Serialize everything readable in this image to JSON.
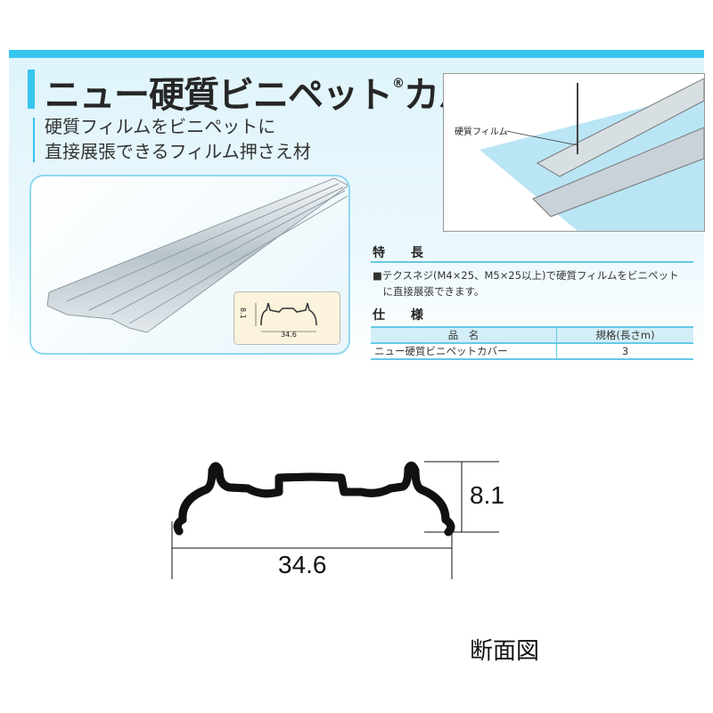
{
  "header": {
    "title": "ニュー硬質ビニペットカバー",
    "registered_mark": "®",
    "subtitle_lines": [
      "硬質フィルムをビニペットに",
      "直接展張できるフィルム押さえ材"
    ]
  },
  "illustration": {
    "film_label": "硬質フィルム"
  },
  "inset": {
    "height": "8.1",
    "width": "34.6"
  },
  "features": {
    "heading": "特 長",
    "text_line1": "■テクスネジ(M4×25、M5×25以上)で硬質フィルムをビニペット",
    "text_line2": "　に直接展張できます。"
  },
  "specs": {
    "heading": "仕 様",
    "columns": [
      "品　名",
      "規格(長さm)"
    ],
    "rows": [
      [
        "ニュー硬質ビニペットカバー",
        "3"
      ]
    ]
  },
  "diagram": {
    "height": "8.1",
    "width": "34.6",
    "caption": "断面図"
  },
  "colors": {
    "accent": "#36c6ee",
    "panel": "#dff4fb"
  }
}
